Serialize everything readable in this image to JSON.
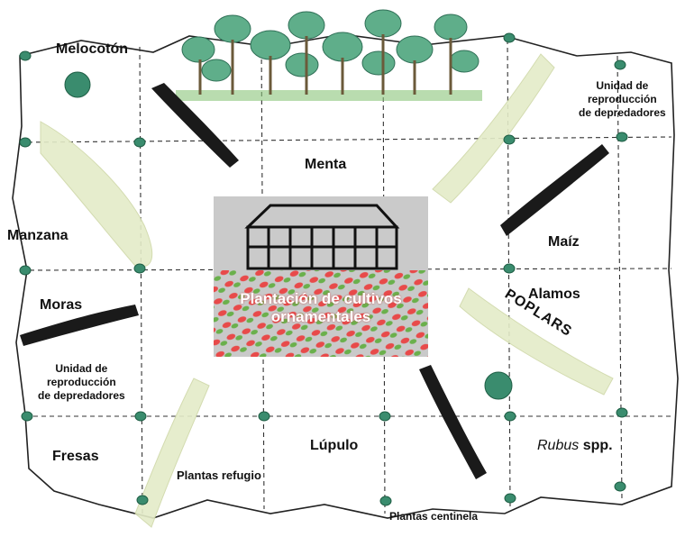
{
  "labels": {
    "melocoton": "Melocotón",
    "unidad_top": [
      "Unidad de",
      "reproducción",
      "de depredadores"
    ],
    "menta": "Menta",
    "manzana": "Manzana",
    "maiz": "Maíz",
    "moras": "Moras",
    "alamos": "Alamos",
    "poplars": "POPLARS",
    "plantacion": [
      "Plantación de cultivos",
      "ornamentales"
    ],
    "unidad_left": [
      "Unidad de",
      "reproducción",
      "de depredadores"
    ],
    "fresas": "Fresas",
    "lupulo": "Lúpulo",
    "rubus_genus": "Rubus",
    "rubus_spp": "spp.",
    "plantas_refugio": "Plantas refugio",
    "plantas_centinela": "Plantas centinela"
  },
  "colors": {
    "sentinel_plant": "#3a8c6e",
    "tree_foliage": "#5fae8a",
    "refuge_band": "#e4ecc8",
    "hedgerow": "#1a1a1a",
    "greenhouse_bg": "#c8c8c8",
    "ornamental_red": "#e84a4a",
    "ornamental_green": "#6ab04c"
  }
}
